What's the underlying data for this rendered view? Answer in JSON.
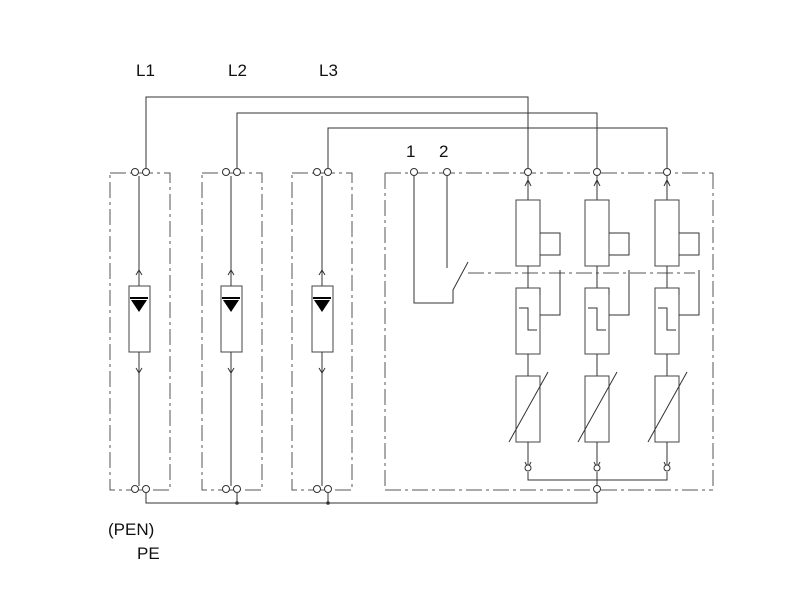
{
  "title": "",
  "labels": {
    "l1": "L1",
    "l2": "L2",
    "l3": "L3",
    "contact1": "1",
    "contact2": "2",
    "pen": "(PEN)",
    "pe": "PE"
  },
  "components": {
    "arresters": [
      "L1",
      "L2",
      "L3"
    ],
    "spd_units": 3,
    "remote_contact": "changeover switch between terminals 1 and 2"
  },
  "colors": {
    "line": "#333333",
    "background": "#ffffff",
    "diode": "#000000"
  }
}
